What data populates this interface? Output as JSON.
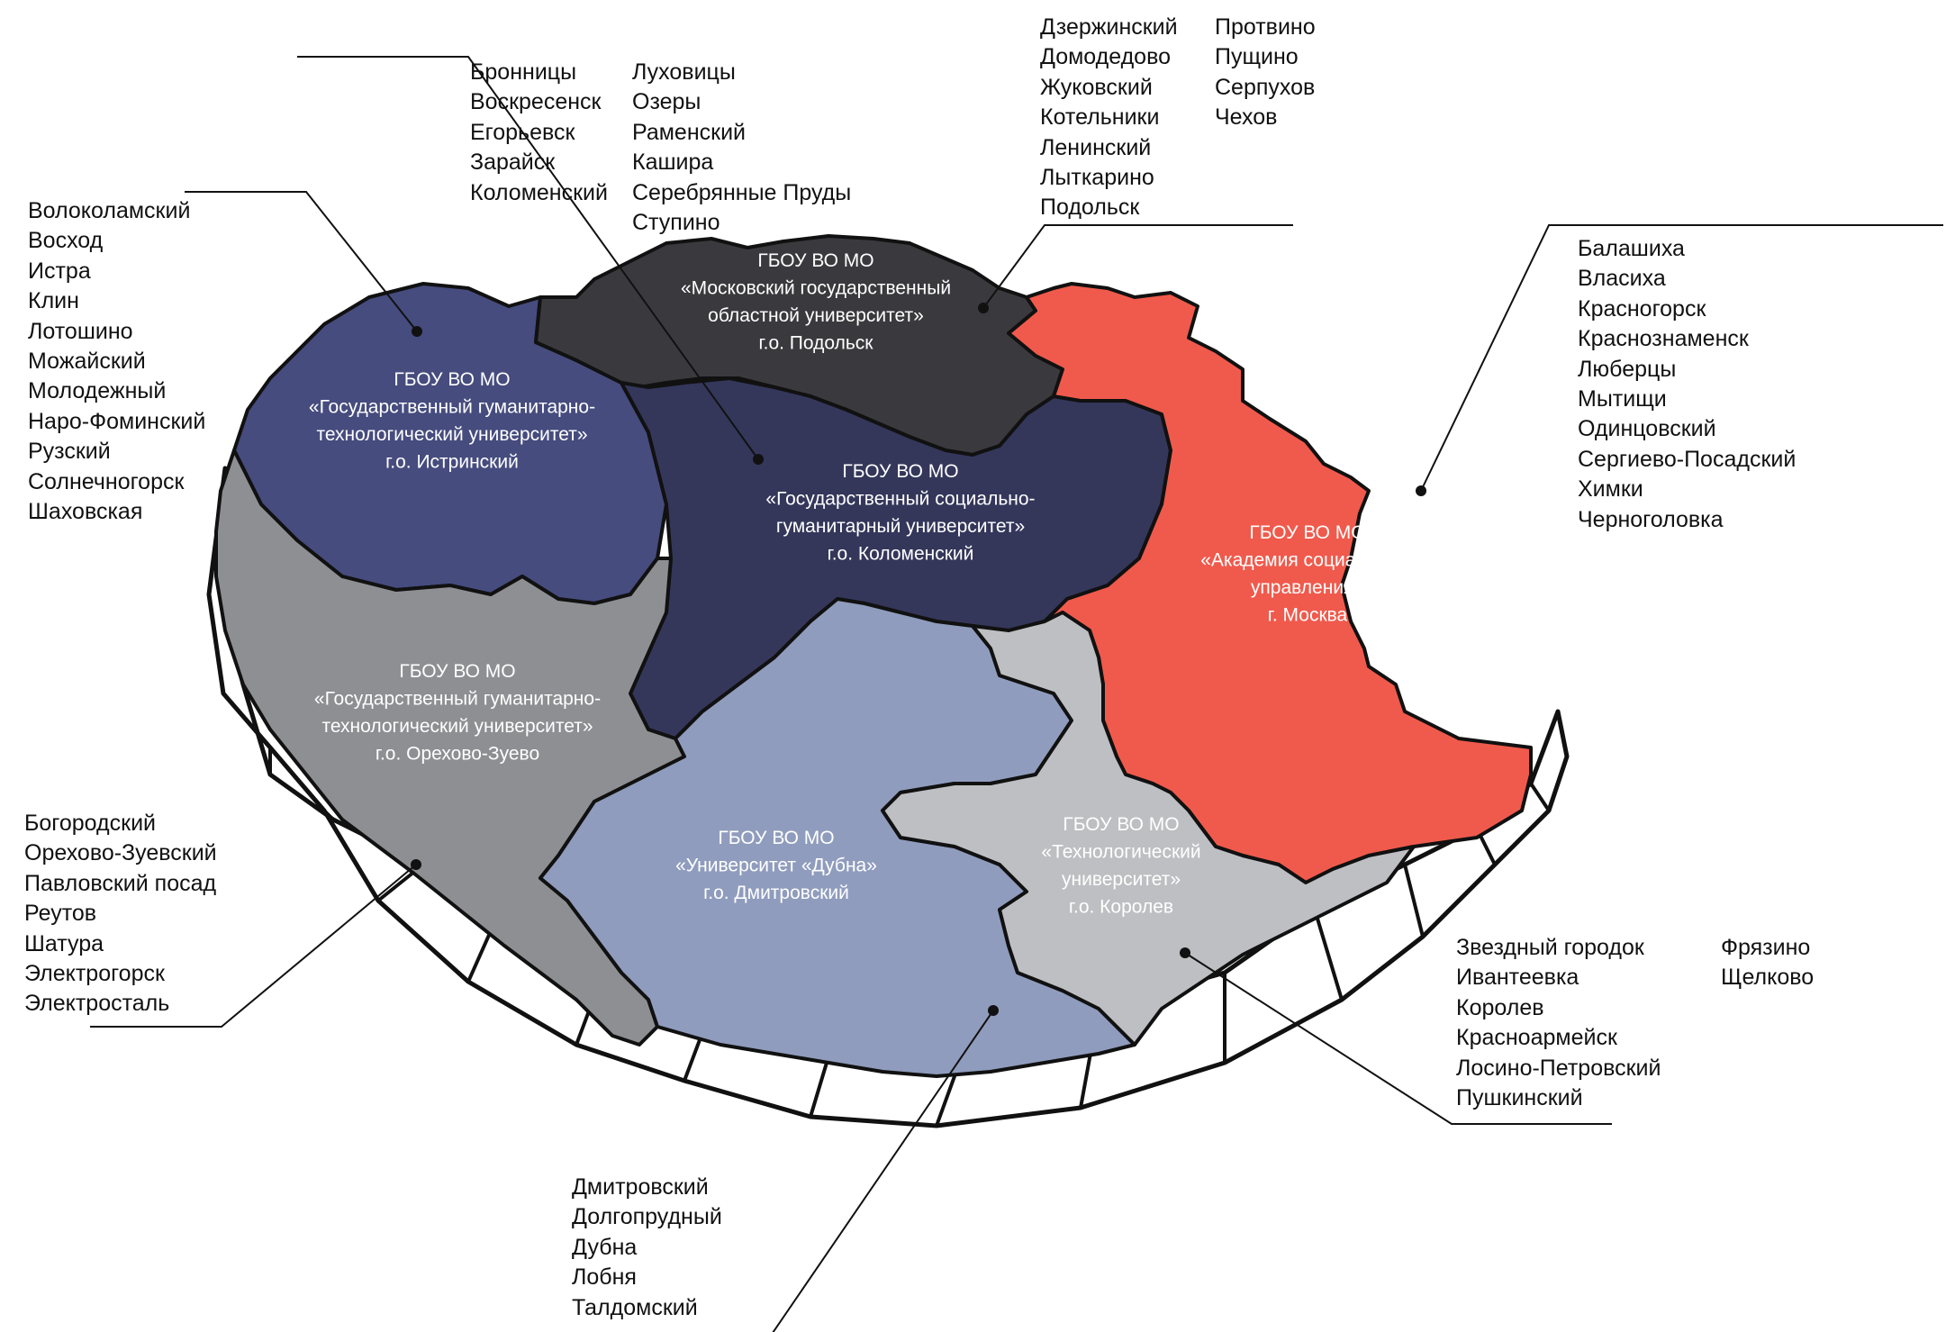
{
  "regions": [
    {
      "id": "istra",
      "color": "#464c7e",
      "lines": [
        "ГБОУ ВО МО",
        "«Государственный гуманитарно-",
        "технологический университет»",
        "г.о. Истринский"
      ]
    },
    {
      "id": "podolsk",
      "color": "#3a3a3e",
      "lines": [
        "ГБОУ ВО МО",
        "«Московский государственный",
        "областной университет»",
        "г.о. Подольск"
      ]
    },
    {
      "id": "kolomna",
      "color": "#34375a",
      "lines": [
        "ГБОУ ВО МО",
        "«Государственный социально-",
        "гуманитарный университет»",
        "г.о. Коломенский"
      ]
    },
    {
      "id": "moscow",
      "color": "#f05a4c",
      "lines": [
        "ГБОУ ВО МО",
        "«Академия социального",
        "управления»",
        "г. Москва"
      ]
    },
    {
      "id": "orekhovo",
      "color": "#8e8f93",
      "lines": [
        "ГБОУ ВО МО",
        "«Государственный гуманитарно-",
        "технологический университет»",
        "г.о. Орехово-Зуево"
      ]
    },
    {
      "id": "dubna",
      "color": "#8f9cbd",
      "lines": [
        "ГБОУ ВО МО",
        "«Университет  «Дубна»",
        "г.о. Дмитровский"
      ]
    },
    {
      "id": "korolev",
      "color": "#bebfc2",
      "lines": [
        "ГБОУ ВО МО",
        "«Технологический",
        "университет»",
        "г.о. Королев"
      ]
    }
  ],
  "lists": {
    "istra": [
      "Волоколамский",
      "Восход",
      "Истра",
      "Клин",
      "Лотошино",
      "Можайский",
      "Молодежный",
      "Наро-Фоминский",
      "Рузский",
      "Солнечногорск",
      "Шаховская"
    ],
    "kolomna_col1": [
      "Бронницы",
      "Воскресенск",
      "Егорьевск",
      "Зарайск",
      "Коломенский"
    ],
    "kolomna_col2": [
      "Луховицы",
      "Озеры",
      "Раменский",
      "Кашира",
      "Серебрянные Пруды",
      "Ступино"
    ],
    "podolsk_col1": [
      "Дзержинский",
      "Домодедово",
      "Жуковский",
      "Котельники",
      "Ленинский",
      "Лыткарино",
      "Подольск"
    ],
    "podolsk_col2": [
      "Протвино",
      "Пущино",
      "Серпухов",
      "Чехов"
    ],
    "moscow": [
      "Балашиха",
      "Власиха",
      "Красногорск",
      "Краснознаменск",
      "Люберцы",
      "Мытищи",
      "Одинцовский",
      "Сергиево-Посадский",
      "Химки",
      "Черноголовка"
    ],
    "orekhovo": [
      "Богородский",
      "Орехово-Зуевский",
      "Павловский посад",
      "Реутов",
      "Шатура",
      "Электрогорск",
      "Электросталь"
    ],
    "dubna": [
      "Дмитровский",
      "Долгопрудный",
      "Дубна",
      "Лобня",
      "Талдомский"
    ],
    "korolev_col1": [
      "Звездный городок",
      "Ивантеевка",
      "Королев",
      "Красноармейск",
      "Лосино-Петровский",
      "Пушкинский"
    ],
    "korolev_col2": [
      "Фрязино",
      "Щелково"
    ]
  }
}
